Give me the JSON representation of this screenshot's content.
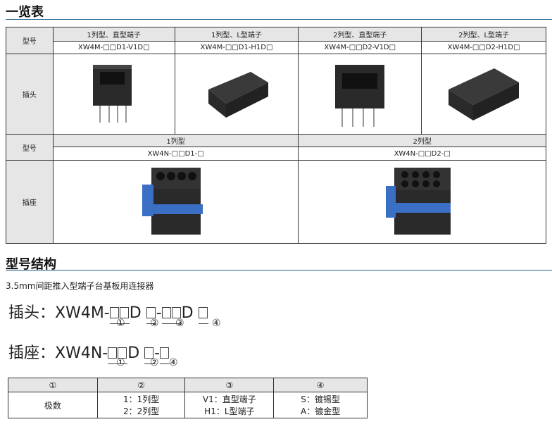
{
  "section1_title": "一览表",
  "section2_title": "型号结构",
  "table1": {
    "label_model": "型号",
    "label_plug": "插头",
    "label_socket": "插座",
    "plug_types": [
      "1列型、直型端子",
      "1列型、L型端子",
      "2列型、直型端子",
      "2列型、L型端子"
    ],
    "plug_models": [
      "XW4M-□□D1-V1D□",
      "XW4M-□□D1-H1D□",
      "XW4M-□□D2-V1D□",
      "XW4M-□□D2-H1D□"
    ],
    "socket_types": [
      "1列型",
      "2列型"
    ],
    "socket_models": [
      "XW4N-□□D1-□",
      "XW4N-□□D2-□"
    ]
  },
  "subtitle": "3.5mm间距推入型端子台基板用连接器",
  "plug_code": {
    "prefix": "插头：XW4M-",
    "d": "D",
    "dash": "-"
  },
  "socket_code": {
    "prefix": "插座：XW4N-",
    "d": "D",
    "dash": "-"
  },
  "markers": [
    "①",
    "②",
    "③",
    "④"
  ],
  "table2": {
    "headers": [
      "①",
      "②",
      "③",
      "④"
    ],
    "c1": "极数",
    "c2": [
      "1：1列型",
      "2：2列型"
    ],
    "c3": [
      "V1：直型端子",
      "H1：L型端子"
    ],
    "c4": [
      "S：镀锡型",
      "A：镀金型"
    ]
  },
  "colors": {
    "rule": "#1d5f8a",
    "header_bg": "#e6e6e6",
    "socket_blue": "#3a6fc4"
  }
}
